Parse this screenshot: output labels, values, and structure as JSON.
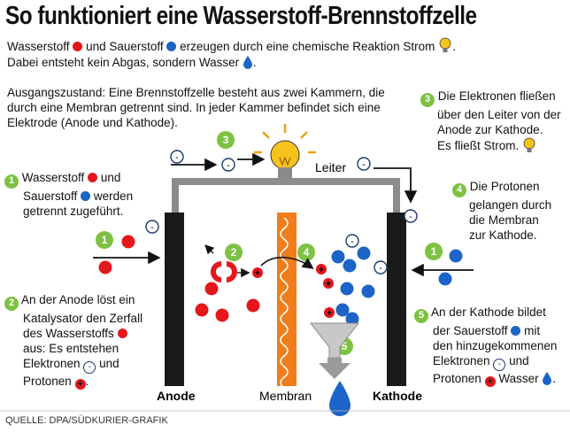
{
  "title": "So funktioniert eine Wasserstoff-Brennstoffzelle",
  "intro": {
    "l1_a": "Wasserstoff",
    "l1_b": "und Sauerstoff",
    "l1_c": "erzeugen durch eine chemische Reaktion Strom",
    "l2": "Dabei entsteht kein Abgas, sondern Wasser"
  },
  "ausgang": {
    "l1": "Ausgangszustand: Eine Brennstoffzelle besteht aus zwei Kammern, die",
    "l2": "durch eine Membran getrennt sind. In jeder Kammer befindet sich eine",
    "l3": "Elektrode (Anode und Kathode)."
  },
  "steps": {
    "s1": {
      "num": "1",
      "l1": "Wasserstoff",
      "l2": "und",
      "l3": "Sauerstoff",
      "l4": "werden",
      "l5": "getrennt zugeführt."
    },
    "s2": {
      "num": "2",
      "l1": "An der Anode löst ein",
      "l2": "Katalysator den Zerfall",
      "l3": "des Wasserstoffs",
      "l4": "aus: Es entstehen",
      "l5": "Elektronen",
      "l6": "und",
      "l7": "Protonen"
    },
    "s3": {
      "num": "3",
      "l1": "Die Elektronen fließen",
      "l2": "über den Leiter von der",
      "l3": "Anode zur Kathode.",
      "l4": "Es fließt Strom."
    },
    "s4": {
      "num": "4",
      "l1": "Die Protonen",
      "l2": "gelangen durch",
      "l3": "die Membran",
      "l4": "zur Kathode."
    },
    "s5": {
      "num": "5",
      "l1": "An der Kathode bildet",
      "l2": "der Sauerstoff",
      "l3": "mit",
      "l4": "den hinzugekommenen",
      "l5": "Elektronen",
      "l6": "und",
      "l7": "Protonen",
      "l8": "Wasser"
    }
  },
  "diagram": {
    "leiter": "Leiter",
    "anode": "Anode",
    "membran": "Membran",
    "kathode": "Kathode",
    "num1": "1",
    "num2": "2",
    "num3": "3",
    "num4": "4",
    "num5": "5",
    "minus": "-",
    "plus": "+"
  },
  "source": "QUELLE: DPA/SÜDKURIER-GRAFIK",
  "colors": {
    "hydrogen": "#e3171c",
    "oxygen": "#1c64c7",
    "step": "#7dc242",
    "membrane": "#ef7d1a",
    "electrode": "#1a1a1a",
    "conductor": "#8c8c8c"
  },
  "icons": [
    "lightbulb-icon",
    "water-drop-icon",
    "funnel-icon",
    "electron-icon",
    "proton-icon",
    "arrow-icon"
  ]
}
